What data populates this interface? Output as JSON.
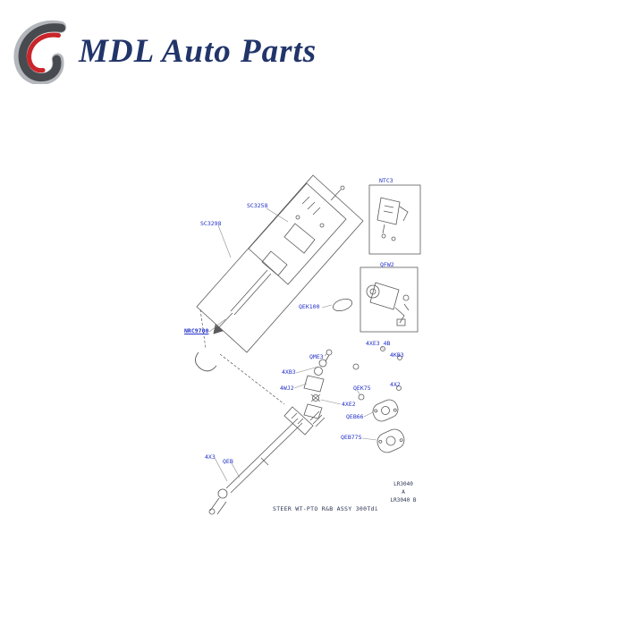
{
  "brand": {
    "name": "MDL Auto Parts",
    "logo_icon": "mdl-swoosh-logo",
    "colors": {
      "text": "#22356a",
      "swoosh_dark": "#474b4f",
      "swoosh_red": "#c9252b",
      "swoosh_light": "#b3b7bb"
    }
  },
  "diagram": {
    "callouts": [
      {
        "text": "NTC3"
      },
      {
        "text": "SC3258"
      },
      {
        "text": "SC3298"
      },
      {
        "text": "QFW2"
      },
      {
        "text": "QEK100"
      },
      {
        "text": "NRC9700"
      },
      {
        "text": "4XE3 4B"
      },
      {
        "text": "4KB3"
      },
      {
        "text": "QME3"
      },
      {
        "text": "4XB3"
      },
      {
        "text": "4WJ2"
      },
      {
        "text": "QEK75"
      },
      {
        "text": "4X2"
      },
      {
        "text": "4XE2"
      },
      {
        "text": "QEB66"
      },
      {
        "text": "QEB77S"
      },
      {
        "text": "4X3"
      },
      {
        "text": "QEB"
      }
    ],
    "caption": "STEER WT-PTO R&B ASSY 300Tdi",
    "footnote": {
      "line1": "LR3040",
      "line2": "A",
      "line3": "LR3040 B"
    },
    "label_color": "#2431c8"
  }
}
